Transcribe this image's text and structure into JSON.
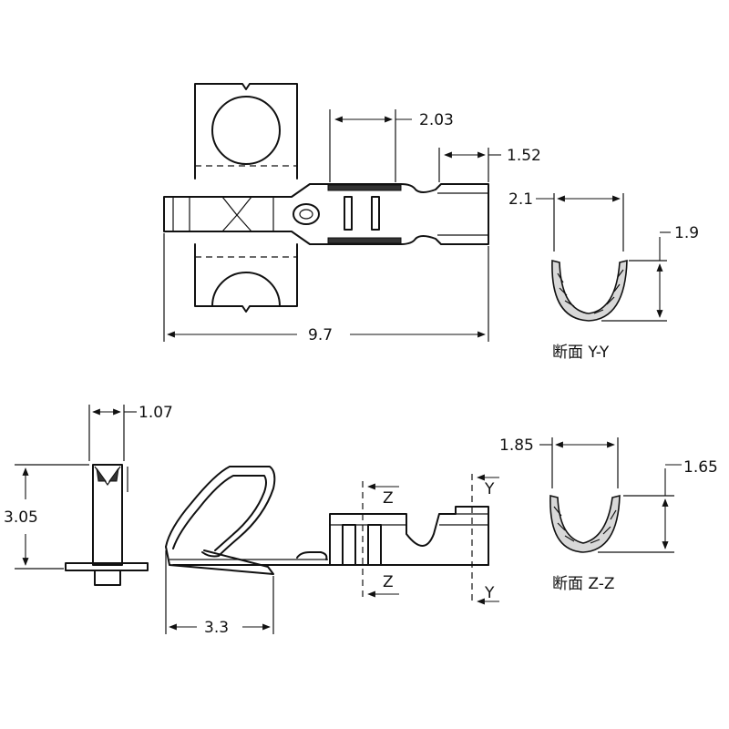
{
  "dimensions": {
    "d_2_03": "2.03",
    "d_1_52": "1.52",
    "d_9_7": "9.7",
    "d_2_1": "2.1",
    "d_1_9": "1.9",
    "d_1_07": "1.07",
    "d_3_05": "3.05",
    "d_3_3": "3.3",
    "d_1_85": "1.85",
    "d_1_65": "1.65"
  },
  "sections": {
    "yy": "断面 Y-Y",
    "zz": "断面 Z-Z"
  },
  "markers": {
    "z_top": "Z",
    "z_bottom": "Z",
    "y_top": "Y",
    "y_bottom": "Y"
  }
}
